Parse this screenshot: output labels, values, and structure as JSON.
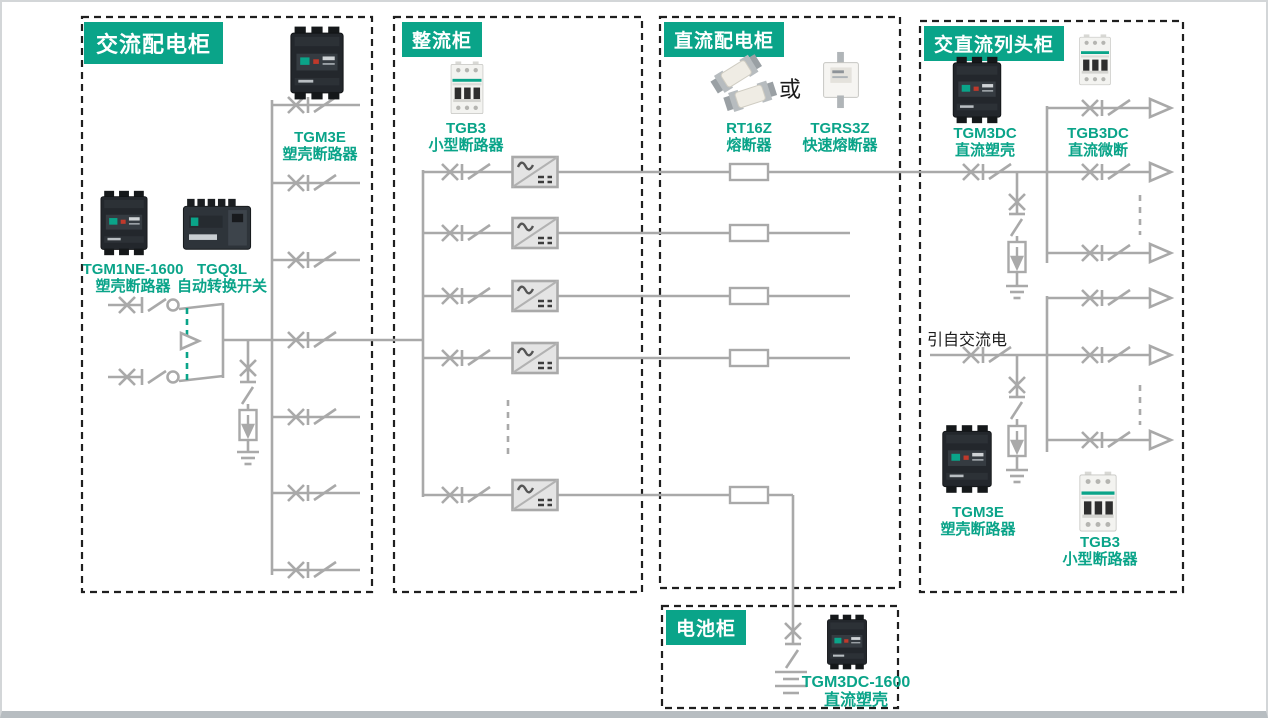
{
  "colors": {
    "accent": "#0aa489",
    "line": "#a9a9a9",
    "cabinet_border": "#1f1f1f"
  },
  "cabinets": {
    "ac_distribution": {
      "title": "交流配电柜"
    },
    "rectifier": {
      "title": "整流柜"
    },
    "dc_distribution": {
      "title": "直流配电柜"
    },
    "ac_dc_row_header": {
      "title": "交直流列头柜"
    },
    "battery": {
      "title": "电池柜"
    }
  },
  "products": {
    "tgm3e_ac": {
      "model": "TGM3E",
      "desc": "塑壳断路器"
    },
    "tgm1ne_1600": {
      "model": "TGM1NE-1600",
      "desc": "塑壳断路器"
    },
    "tgq3l": {
      "model": "TGQ3L",
      "desc": "自动转换开关"
    },
    "tgb3_rectifier": {
      "model": "TGB3",
      "desc": "小型断路器"
    },
    "rt16z": {
      "model": "RT16Z",
      "desc": "熔断器"
    },
    "tgrs3z": {
      "model": "TGRS3Z",
      "desc": "快速熔断器"
    },
    "tgm3dc": {
      "model": "TGM3DC",
      "desc": "直流塑壳"
    },
    "tgb3dc": {
      "model": "TGB3DC",
      "desc": "直流微断"
    },
    "tgm3e_row_header": {
      "model": "TGM3E",
      "desc": "塑壳断路器"
    },
    "tgb3_row_header": {
      "model": "TGB3",
      "desc": "小型断路器"
    },
    "tgm3dc_1600": {
      "model": "TGM3DC-1600",
      "desc": "直流塑壳"
    }
  },
  "annotations": {
    "or_label": "或",
    "from_ac_label": "引自交流电"
  }
}
